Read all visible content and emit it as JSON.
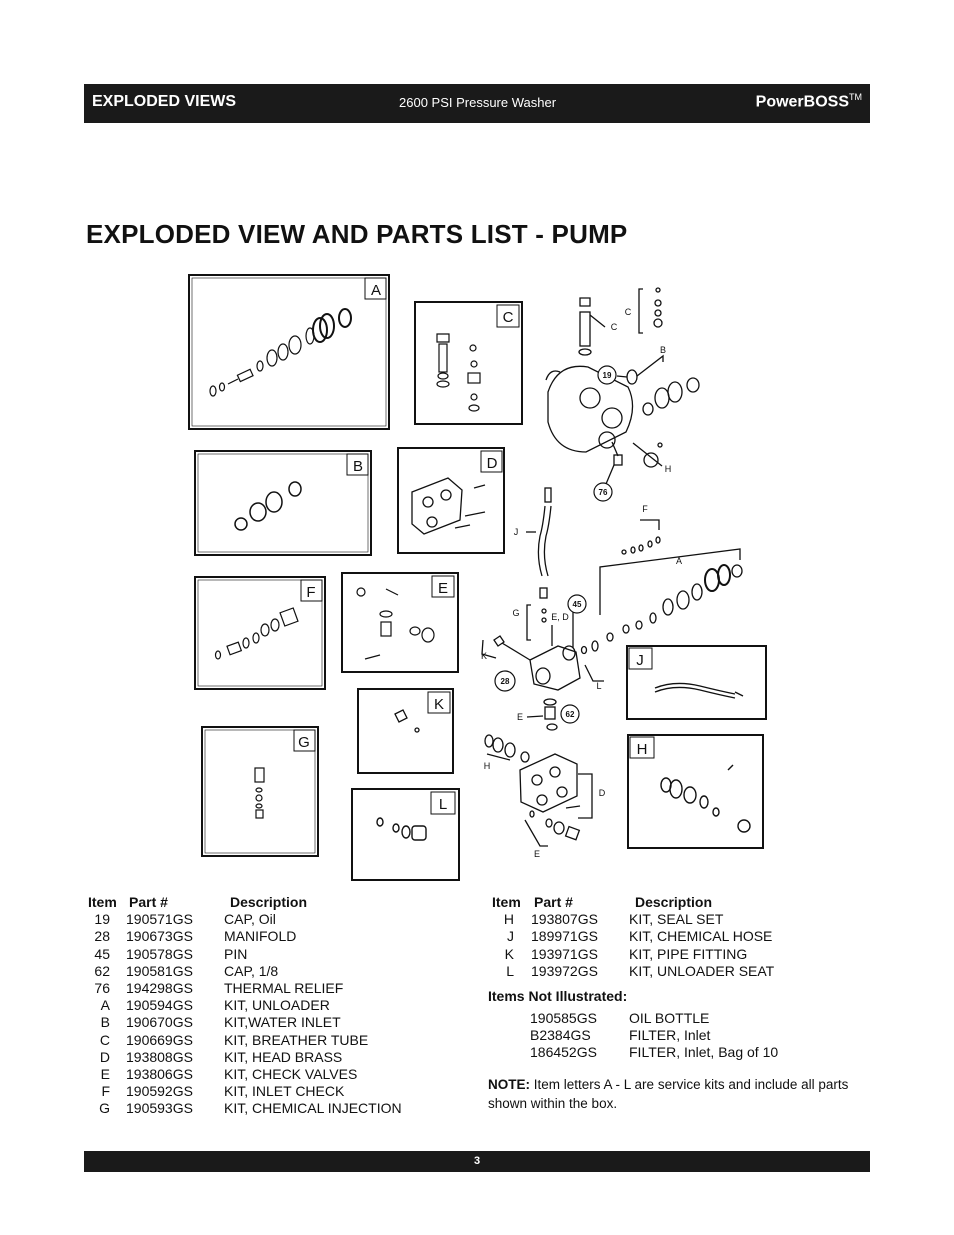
{
  "header": {
    "section": "EXPLODED VIEWS",
    "product": "2600 PSI Pressure Washer",
    "brand": "PowerBOSS",
    "trademark": "TM"
  },
  "page_title": "EXPLODED VIEW AND PARTS LIST - PUMP",
  "diagram": {
    "box_labels": [
      "A",
      "B",
      "C",
      "D",
      "E",
      "F",
      "G",
      "J",
      "H",
      "K",
      "L"
    ],
    "callouts": [
      "19",
      "76",
      "45",
      "28",
      "62"
    ],
    "leader_letters": {
      "c": "C",
      "b": "B",
      "h": "H",
      "f": "F",
      "a": "A",
      "j": "J",
      "g": "G",
      "ed": "E, D",
      "k": "K",
      "l": "L",
      "e": "E",
      "h2": "H",
      "d": "D",
      "e2": "E"
    }
  },
  "table_headers": {
    "item": "Item",
    "part": "Part #",
    "description": "Description"
  },
  "parts_left": [
    {
      "item": "19",
      "part": "190571GS",
      "description": "CAP, Oil"
    },
    {
      "item": "28",
      "part": "190673GS",
      "description": "MANIFOLD"
    },
    {
      "item": "45",
      "part": "190578GS",
      "description": "PIN"
    },
    {
      "item": "62",
      "part": "190581GS",
      "description": "CAP, 1/8"
    },
    {
      "item": "76",
      "part": "194298GS",
      "description": "THERMAL RELIEF"
    },
    {
      "item": "A",
      "part": "190594GS",
      "description": "KIT, UNLOADER"
    },
    {
      "item": "B",
      "part": "190670GS",
      "description": "KIT,WATER INLET"
    },
    {
      "item": "C",
      "part": "190669GS",
      "description": "KIT, BREATHER TUBE"
    },
    {
      "item": "D",
      "part": "193808GS",
      "description": "KIT, HEAD BRASS"
    },
    {
      "item": "E",
      "part": "193806GS",
      "description": "KIT, CHECK VALVES"
    },
    {
      "item": "F",
      "part": "190592GS",
      "description": "KIT, INLET CHECK"
    },
    {
      "item": "G",
      "part": "190593GS",
      "description": "KIT, CHEMICAL INJECTION"
    }
  ],
  "parts_right": [
    {
      "item": "H",
      "part": "193807GS",
      "description": "KIT, SEAL SET"
    },
    {
      "item": "J",
      "part": "189971GS",
      "description": "KIT, CHEMICAL HOSE"
    },
    {
      "item": "K",
      "part": "193971GS",
      "description": "KIT, PIPE FITTING"
    },
    {
      "item": "L",
      "part": "193972GS",
      "description": "KIT, UNLOADER SEAT"
    }
  ],
  "not_illustrated_heading": "Items Not Illustrated:",
  "not_illustrated": [
    {
      "part": "190585GS",
      "description": "OIL BOTTLE"
    },
    {
      "part": "B2384GS",
      "description": "FILTER, Inlet"
    },
    {
      "part": "186452GS",
      "description": "FILTER, Inlet, Bag of 10"
    }
  ],
  "note": {
    "label": "NOTE:",
    "text": "Item letters A - L are service kits and include all parts shown within the box."
  },
  "footer": {
    "page_number": "3"
  }
}
